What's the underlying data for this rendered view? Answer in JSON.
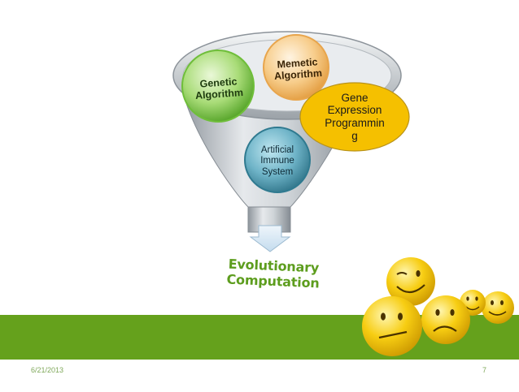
{
  "diagram": {
    "nodes": [
      {
        "id": "genetic",
        "label": "Genetic\nAlgorithm",
        "color": "#6fbe3a"
      },
      {
        "id": "memetic",
        "label": "Memetic\nAlgorithm",
        "color": "#f2b35b"
      },
      {
        "id": "gep",
        "label": "Gene\nExpression\nProgrammin\ng",
        "color": "#f5c000"
      },
      {
        "id": "ais",
        "label": "Artificial\nImmune\nSystem",
        "color": "#3f8ea6"
      }
    ],
    "result": "Evolutionary Computation",
    "colors": {
      "funnel": "#c6ccd2",
      "band": "#65a11c",
      "arrow": "#d6e7f3",
      "title": "#5d9d1e",
      "smiley": "#f5c400"
    }
  },
  "footer": {
    "date": "6/21/2013",
    "page_number": "7"
  },
  "decor": {
    "image": "smiley-faces-group"
  }
}
